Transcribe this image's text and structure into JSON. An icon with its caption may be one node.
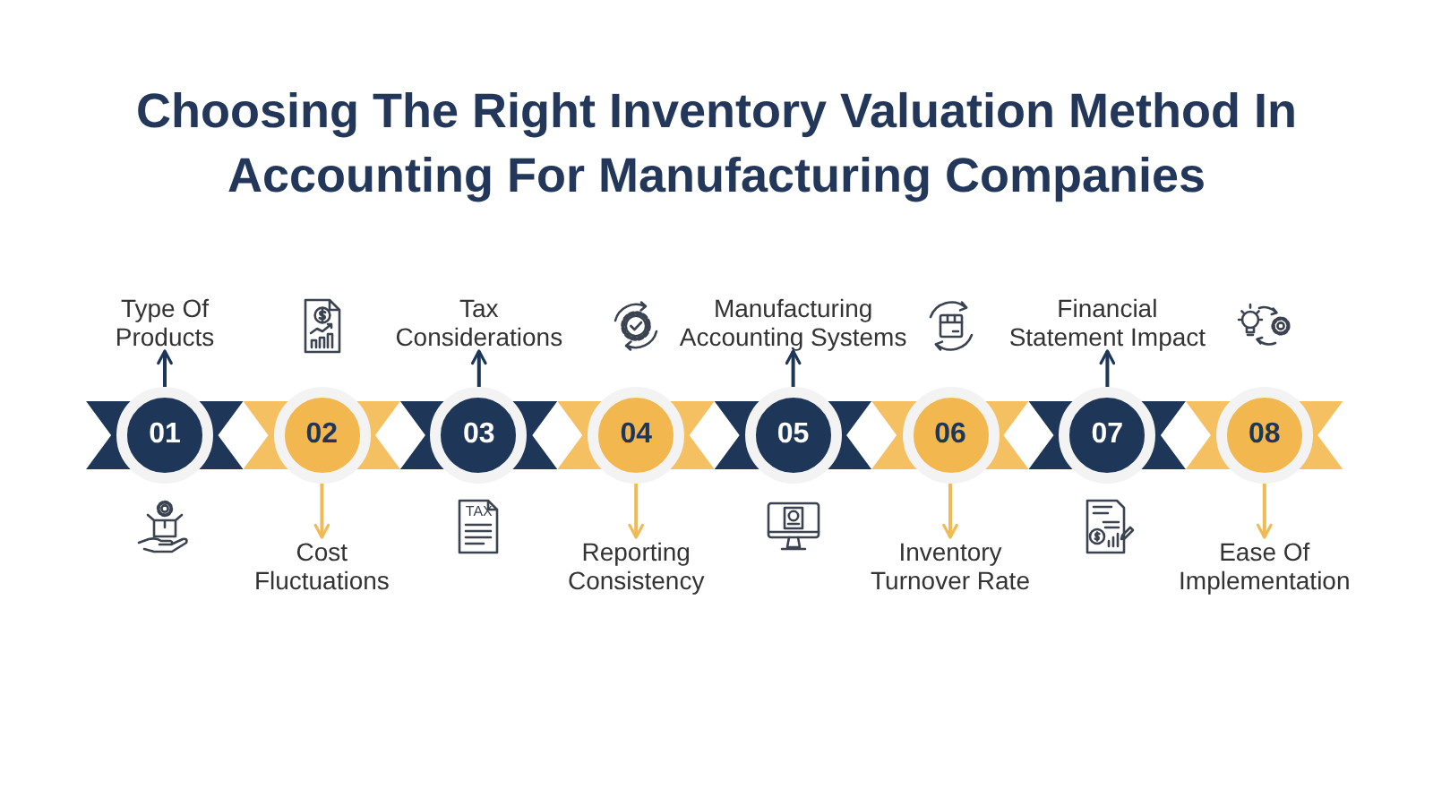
{
  "diagram": {
    "title": "Choosing The Right Inventory Valuation Method In Accounting For Manufacturing Companies",
    "nodes": [
      {
        "text": [
          "01"
        ]
      },
      {
        "text": [
          "Type Of Products"
        ]
      },
      {
        "text": [
          "02"
        ]
      },
      {
        "text": [
          "Cost Fluctuations"
        ]
      },
      {
        "text": [
          "03"
        ]
      },
      {
        "text": [
          "Tax Considerations"
        ]
      },
      {
        "text": [
          "04"
        ]
      },
      {
        "text": [
          "Reporting Consistency"
        ]
      },
      {
        "text": [
          "05"
        ]
      },
      {
        "text": [
          "Manufacturing Accounting Systems"
        ]
      },
      {
        "text": [
          "06"
        ]
      },
      {
        "text": [
          "Inventory Turnover Rate"
        ]
      },
      {
        "text": [
          "07"
        ]
      },
      {
        "text": [
          "Financial Statement Impact"
        ]
      },
      {
        "text": [
          "08"
        ]
      },
      {
        "text": [
          "Ease Of Implementation"
        ]
      }
    ],
    "edges": [
      {
        "from": 0,
        "to": 1,
        "arrow": "to"
      },
      {
        "from": 2,
        "to": 3,
        "arrow": "to",
        "color": "#f0bb57"
      },
      {
        "from": 4,
        "to": 5,
        "arrow": "to"
      },
      {
        "from": 6,
        "to": 7,
        "arrow": "to",
        "color": "#f0bb57"
      },
      {
        "from": 8,
        "to": 9,
        "arrow": "to"
      },
      {
        "from": 10,
        "to": 11,
        "arrow": "to",
        "color": "#f0bb57"
      },
      {
        "from": 12,
        "to": 13,
        "arrow": "to"
      },
      {
        "from": 14,
        "to": 15,
        "arrow": "to",
        "color": "#f0bb57"
      }
    ],
    "labels": [
      "TAX"
    ]
  }
}
